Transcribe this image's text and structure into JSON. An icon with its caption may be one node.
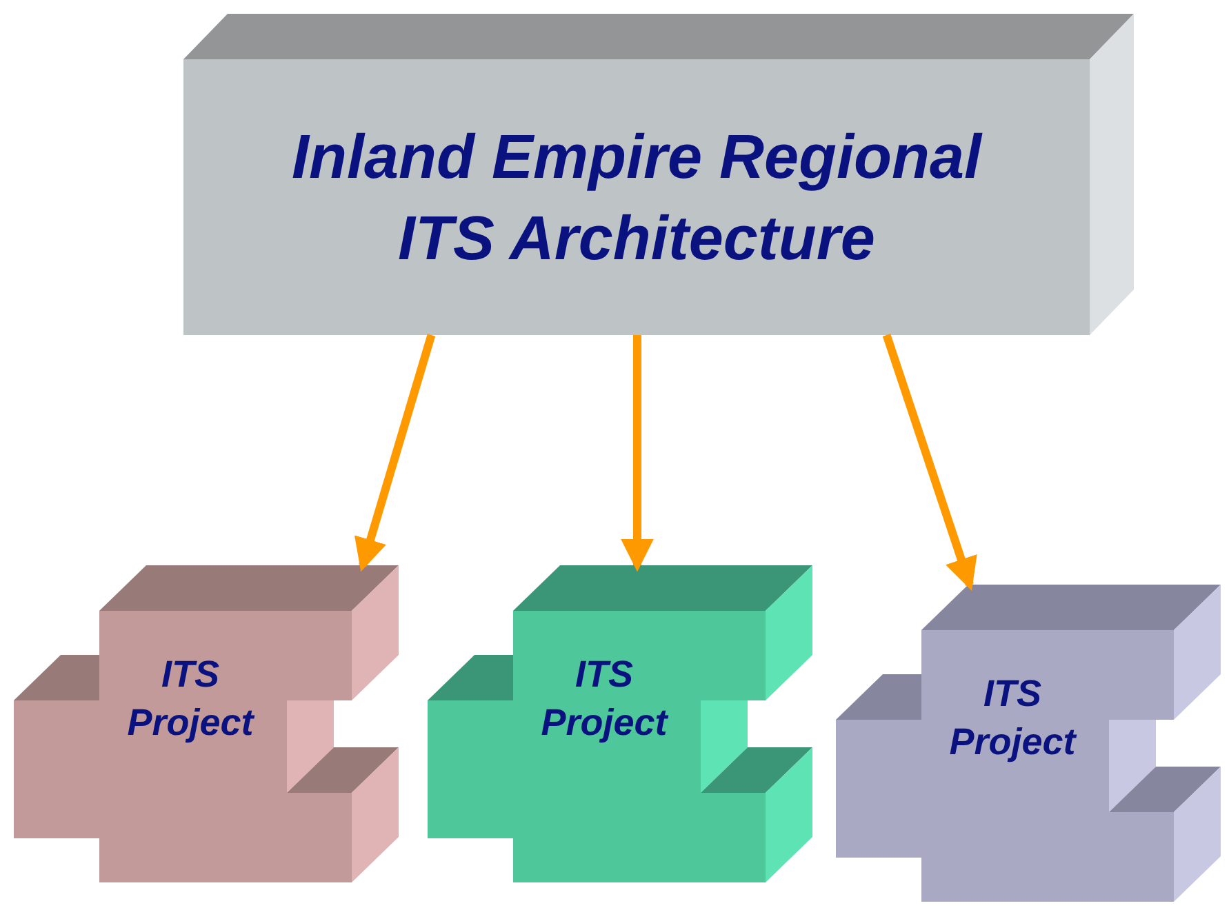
{
  "diagram": {
    "nodes": [
      {
        "text": [
          "Inland Empire Regional ITS Architecture"
        ]
      },
      {
        "text": [
          "ITS Project"
        ]
      },
      {
        "text": [
          "ITS Project"
        ]
      },
      {
        "text": [
          "ITS Project"
        ]
      }
    ],
    "edges": [
      {
        "from": 0,
        "to": 1,
        "arrow": "to"
      },
      {
        "from": 0,
        "to": 2,
        "arrow": "to"
      },
      {
        "from": 0,
        "to": 3,
        "arrow": "to"
      }
    ]
  }
}
